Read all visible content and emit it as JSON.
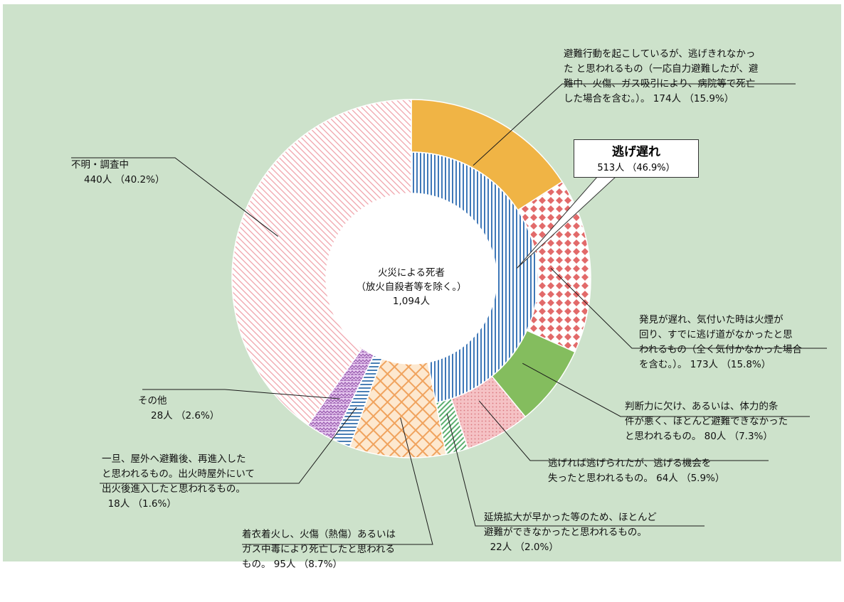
{
  "chart_data": {
    "type": "pie",
    "variant": "donut",
    "center_label": [
      "火災による死者",
      "（放火自殺者等を除く。）",
      "1,094人"
    ],
    "group_callout": {
      "label": "逃げ遅れ",
      "value": "513人 （46.9%）",
      "count": 513,
      "percent": 46.9
    },
    "slices": [
      {
        "id": "s1",
        "label": "避難行動を起こしているが、逃げきれなかった と思われるもの（一応自力避難したが、避難中、火傷、ガス吸引により、病院等で死亡した場合を含む。）",
        "count": 174,
        "percent": 15.9,
        "group": "逃げ遅れ",
        "color": "#f0b445",
        "pattern": "solid"
      },
      {
        "id": "s2",
        "label": "発見が遅れ、気付いた時は火煙が回り、すでに逃げ道がなかったと思われるもの（全く気付かなかった場合を含む。）",
        "count": 173,
        "percent": 15.8,
        "group": "逃げ遅れ",
        "color": "#e26a6a",
        "pattern": "diamonds"
      },
      {
        "id": "s3",
        "label": "判断力に欠け、あるいは、体力的条件が悪く、ほとんど避難できなかったと思われるもの",
        "count": 80,
        "percent": 7.3,
        "group": "逃げ遅れ",
        "color": "#84bd5e",
        "pattern": "solid"
      },
      {
        "id": "s4",
        "label": "逃げれば逃げられたが、逃げる機会を失ったと思われるもの",
        "count": 64,
        "percent": 5.9,
        "group": "逃げ遅れ",
        "color": "#f1a7ab",
        "pattern": "dots"
      },
      {
        "id": "s5",
        "label": "延焼拡大が早かった等のため、ほとんど避難ができなかったと思われるもの",
        "count": 22,
        "percent": 2.0,
        "color": "#5cae6e",
        "pattern": "diagonal"
      },
      {
        "id": "s6",
        "label": "着衣着火し、火傷（熱傷）あるいはガス中毒により死亡したと思われるもの",
        "count": 95,
        "percent": 8.7,
        "color": "#f2b27a",
        "pattern": "crosshatch"
      },
      {
        "id": "s7",
        "label": "一旦、屋外へ避難後、再進入したと思われるもの。出火時屋外にいて出火後進入したと思われるもの。",
        "count": 18,
        "percent": 1.6,
        "color": "#4a7fb5",
        "pattern": "horizontal"
      },
      {
        "id": "s8",
        "label": "その他",
        "count": 28,
        "percent": 2.6,
        "color": "#b07cc3",
        "pattern": "zigzag"
      },
      {
        "id": "s9",
        "label": "不明・調査中",
        "count": 440,
        "percent": 40.2,
        "color": "#ef9ea6",
        "pattern": "diagonal-fine"
      }
    ],
    "inner_ring": {
      "group": "逃げ遅れ",
      "count": 513,
      "color": "#3f78b8",
      "pattern": "vertical"
    }
  },
  "labels": {
    "s1": [
      "避難行動を起こしているが、逃げきれなかっ",
      "た と思われるもの（一応自力避難したが、避",
      "難中、火傷、ガス吸引により、病院等で死亡",
      "した場合を含む。）。 174人 （15.9%）"
    ],
    "s2": [
      "発見が遅れ、気付いた時は火煙が",
      "回り、すでに逃げ道がなかったと思",
      "われるもの（全く気付かなかった場合",
      "を含む。）。 173人 （15.8%）"
    ],
    "s3": [
      "判断力に欠け、あるいは、体力的条",
      "件が悪く、ほとんど避難できなかった",
      "と思われるもの。 80人 （7.3%）"
    ],
    "s4": [
      "逃げれば逃げられたが、逃げる機会を",
      "失ったと思われるもの。 64人 （5.9%）"
    ],
    "s5": [
      "延焼拡大が早かった等のため、ほとんど",
      "避難ができなかったと思われるもの。",
      "  22人 （2.0%）"
    ],
    "s6": [
      "着衣着火し、火傷（熱傷）あるいは",
      "ガス中毒により死亡したと思われる",
      "もの。 95人 （8.7%）"
    ],
    "s7": [
      "一旦、屋外へ避難後、再進入した",
      "と思われるもの。出火時屋外にいて",
      "出火後進入したと思われるもの。",
      "  18人 （1.6%）"
    ],
    "s8": [
      "その他",
      "28人 （2.6%）"
    ],
    "s9": [
      "不明・調査中",
      "440人 （40.2%）"
    ]
  }
}
